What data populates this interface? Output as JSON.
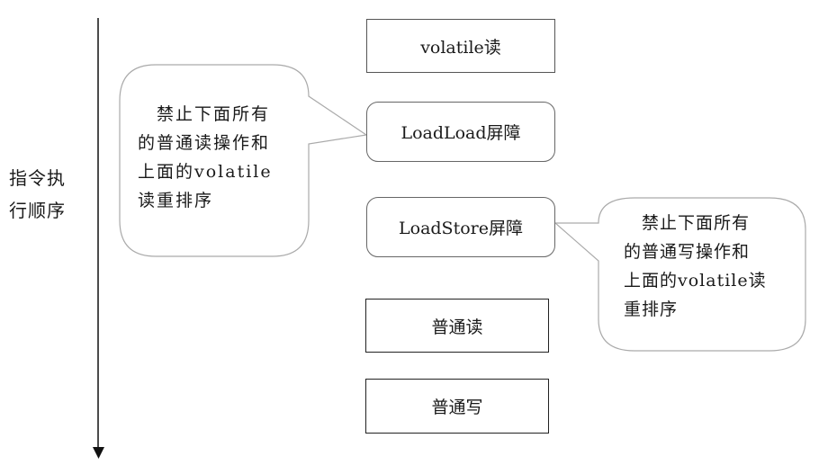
{
  "axis": {
    "label_line1": "指令执",
    "label_line2": "行顺序",
    "direction": "down"
  },
  "steps": [
    {
      "label": "volatile读",
      "shape": "rectangle"
    },
    {
      "label": "LoadLoad屏障",
      "shape": "rounded"
    },
    {
      "label": "LoadStore屏障",
      "shape": "rounded"
    },
    {
      "label": "普通读",
      "shape": "rectangle"
    },
    {
      "label": "普通写",
      "shape": "rectangle"
    }
  ],
  "callouts": [
    {
      "target": "LoadLoad屏障",
      "lines": [
        "　禁止下面所有",
        "的普通读操作和",
        "上面的volatile",
        "读重排序"
      ]
    },
    {
      "target": "LoadStore屏障",
      "lines": [
        "　禁止下面所有",
        "的普通写操作和",
        "上面的volatile读",
        "重排序"
      ]
    }
  ],
  "colors": {
    "line": "#111111",
    "callout_border": "#aaaaaa",
    "box_border": "#555555"
  }
}
